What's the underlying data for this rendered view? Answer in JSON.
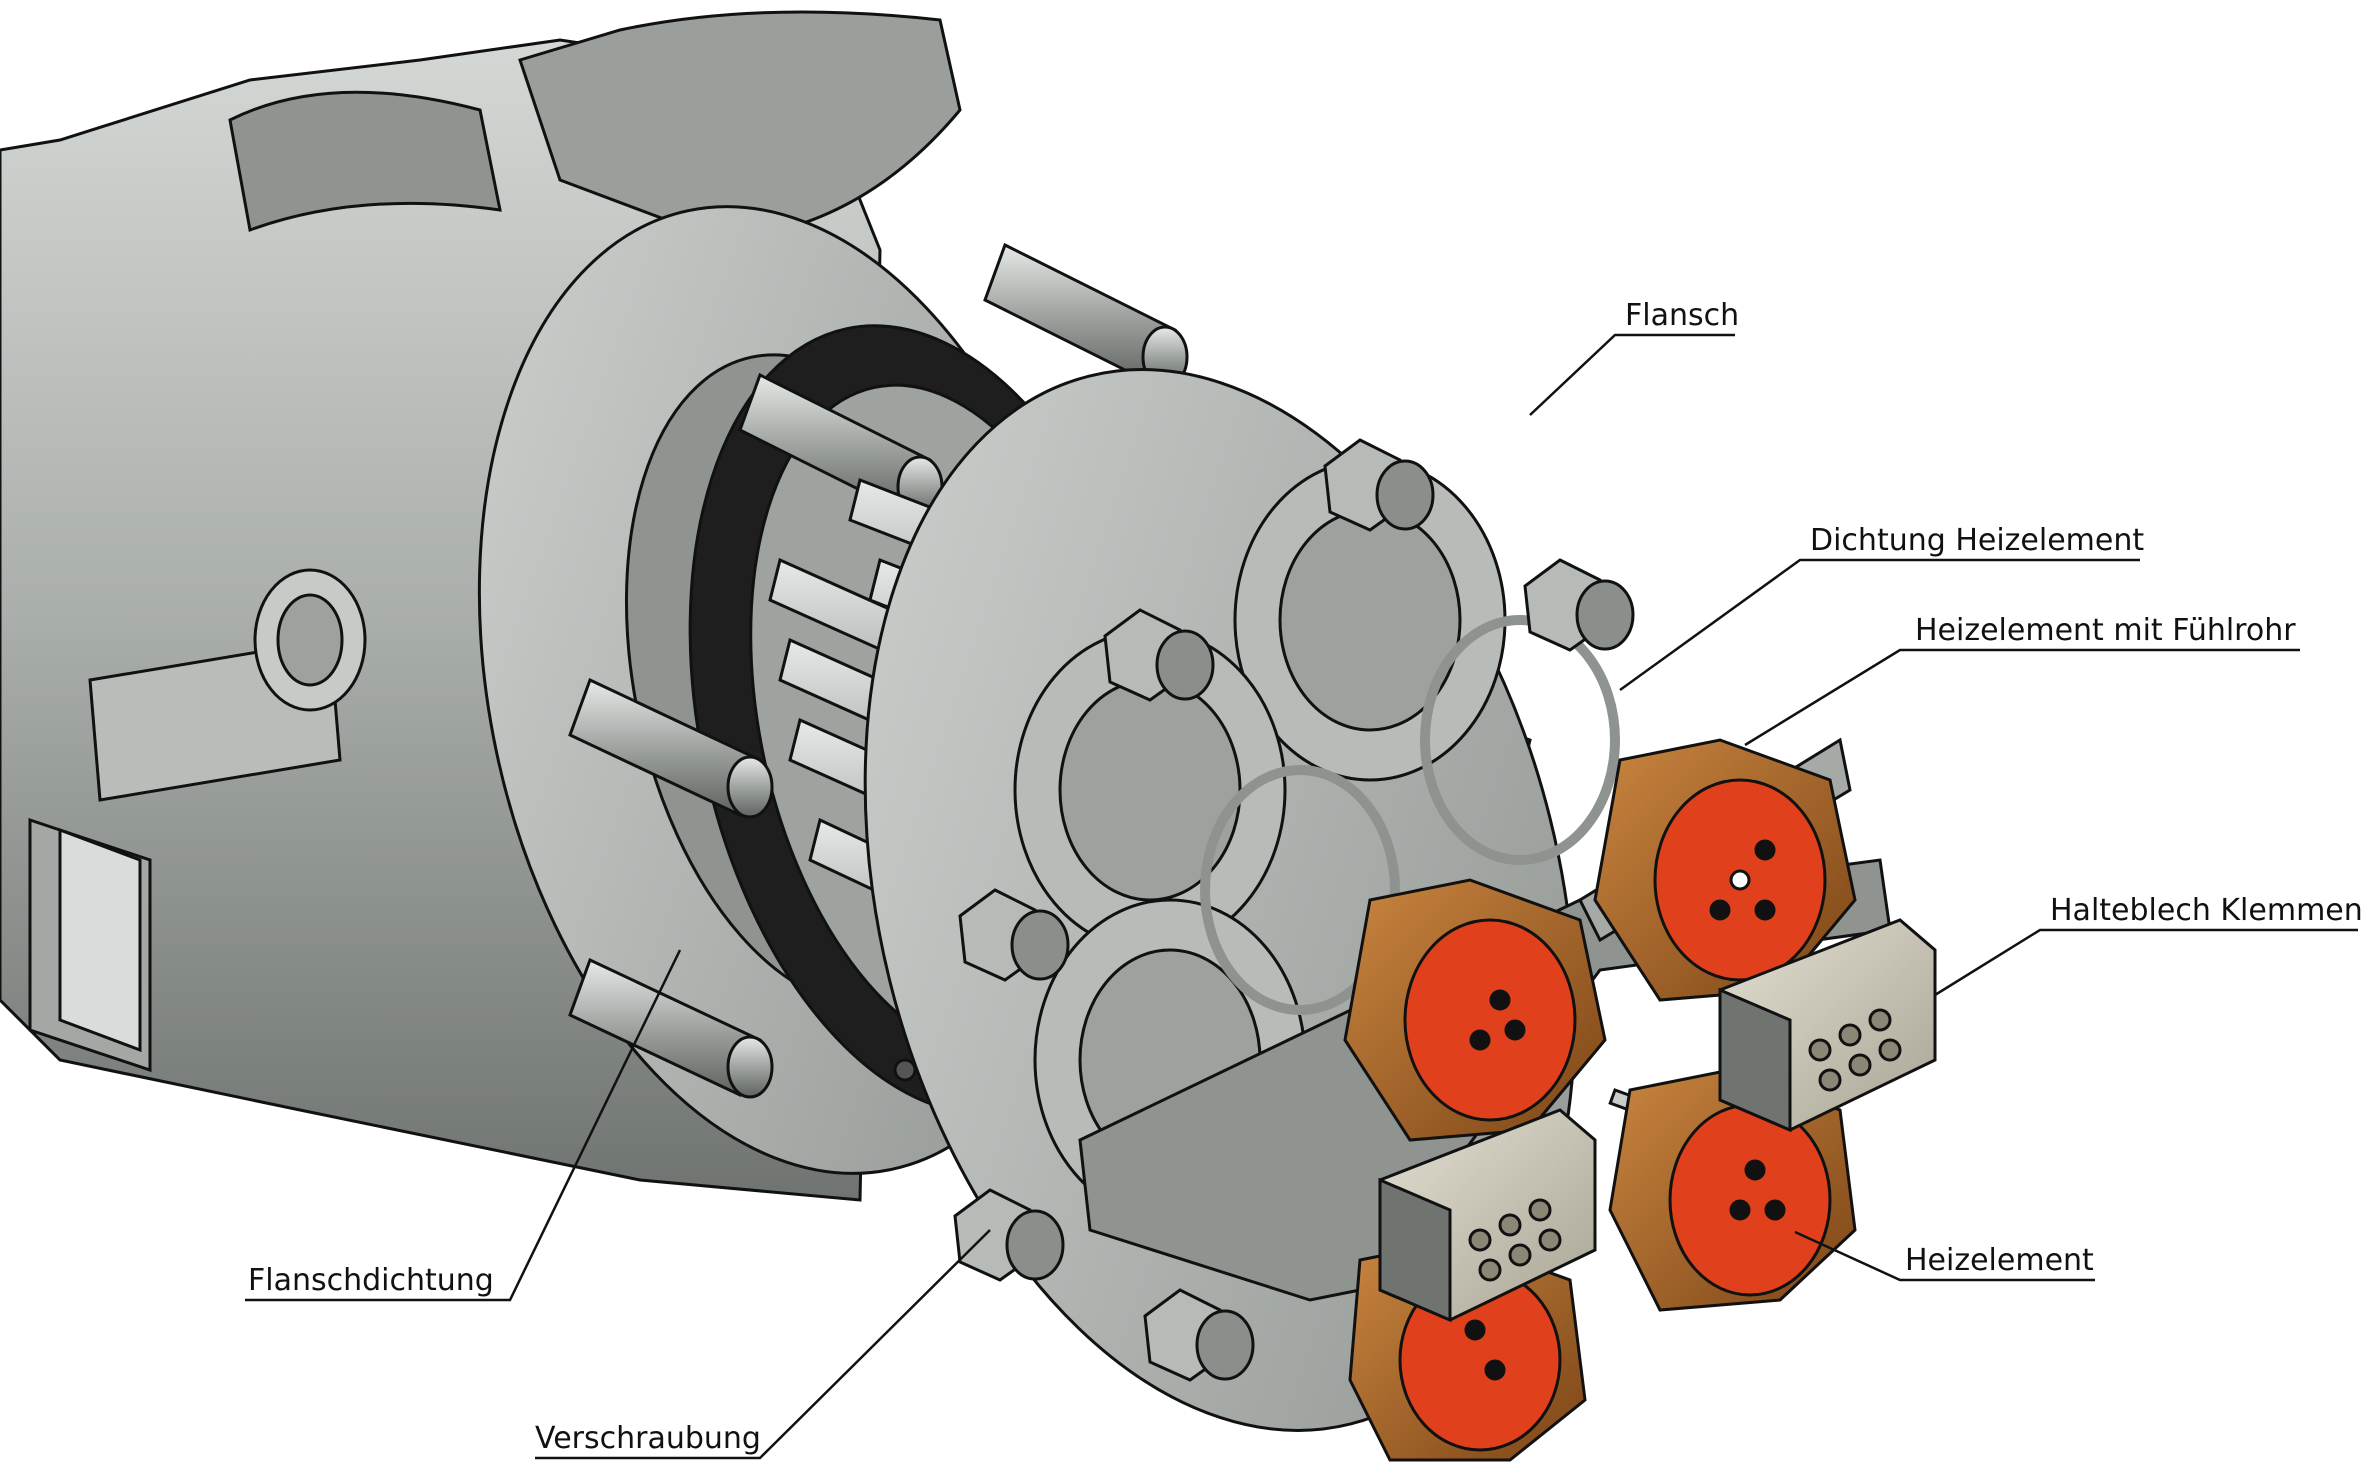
{
  "labels": {
    "flansch": "Flansch",
    "dichtung_heizelement": "Dichtung Heizelement",
    "heizelement_fuehlrohr": "Heizelement mit Fühlrohr",
    "halteblech_klemmen": "Halteblech Klemmen",
    "heizelement": "Heizelement",
    "flanschdichtung": "Flanschdichtung",
    "verschraubung": "Verschraubung"
  },
  "colors": {
    "steel_light": "#c9cdca",
    "steel_mid": "#a7aca9",
    "steel_dark": "#6f7471",
    "gasket": "#1e1e1e",
    "brass": "#b36a2a",
    "brass_dark": "#7c4516",
    "heater_face": "#e0401c",
    "ceramic": "#cfcbbb",
    "line": "#111111"
  }
}
